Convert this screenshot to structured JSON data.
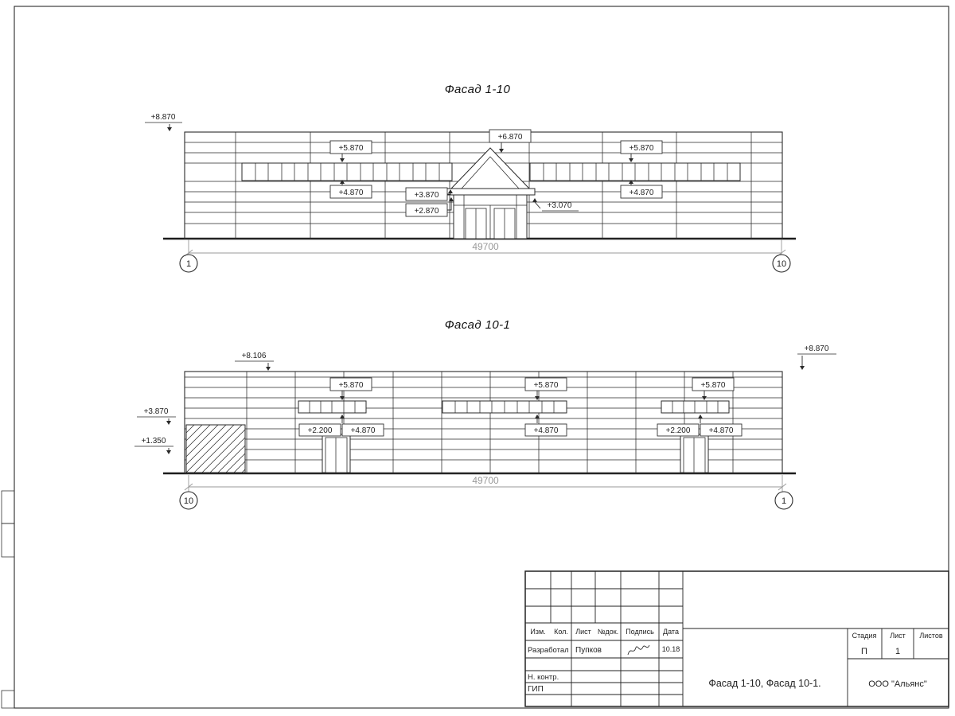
{
  "drawing": {
    "facade1": {
      "title": "Фасад 1-10",
      "dim_total": "49700",
      "axis_left": "1",
      "axis_right": "10",
      "marks": {
        "top_left": "+8.870",
        "win_left_top": "+5.870",
        "ridge": "+6.870",
        "win_right_top": "+5.870",
        "win_left_sill": "+4.870",
        "win_right_sill": "+4.870",
        "canopy_top": "+3.870",
        "canopy_bottom": "+2.870",
        "canopy_edge": "+3.070"
      }
    },
    "facade2": {
      "title": "Фасад 10-1",
      "dim_total": "49700",
      "axis_left": "10",
      "axis_right": "1",
      "marks": {
        "parapet_left": "+8.106",
        "parapet_right": "+8.870",
        "wall_left_upper": "+3.870",
        "wall_left_lower": "+1.350",
        "win_a_top": "+5.870",
        "win_b_top": "+5.870",
        "win_c_top": "+5.870",
        "win_a_sill": "+4.870",
        "win_b_sill": "+4.870",
        "win_c_sill": "+4.870",
        "door_a_top": "+2.200",
        "door_b_top": "+2.200"
      }
    },
    "titleblock": {
      "headers": {
        "izm": "Изм.",
        "kol": "Кол.",
        "list": "Лист",
        "ndok": "№док.",
        "podpis": "Подпись",
        "data": "Дата"
      },
      "developer_role": "Разработал",
      "developer_name": "Пупков",
      "developer_date": "10.18",
      "ncontrol_label": "Н. контр.",
      "gip_label": "ГИП",
      "doc_title": "Фасад 1-10, Фасад 10-1.",
      "company": "ООО \"Альянс\"",
      "stage_header": "Стадия",
      "sheet_header": "Лист",
      "sheets_header": "Листов",
      "stage_value": "П",
      "sheet_value": "1"
    }
  }
}
